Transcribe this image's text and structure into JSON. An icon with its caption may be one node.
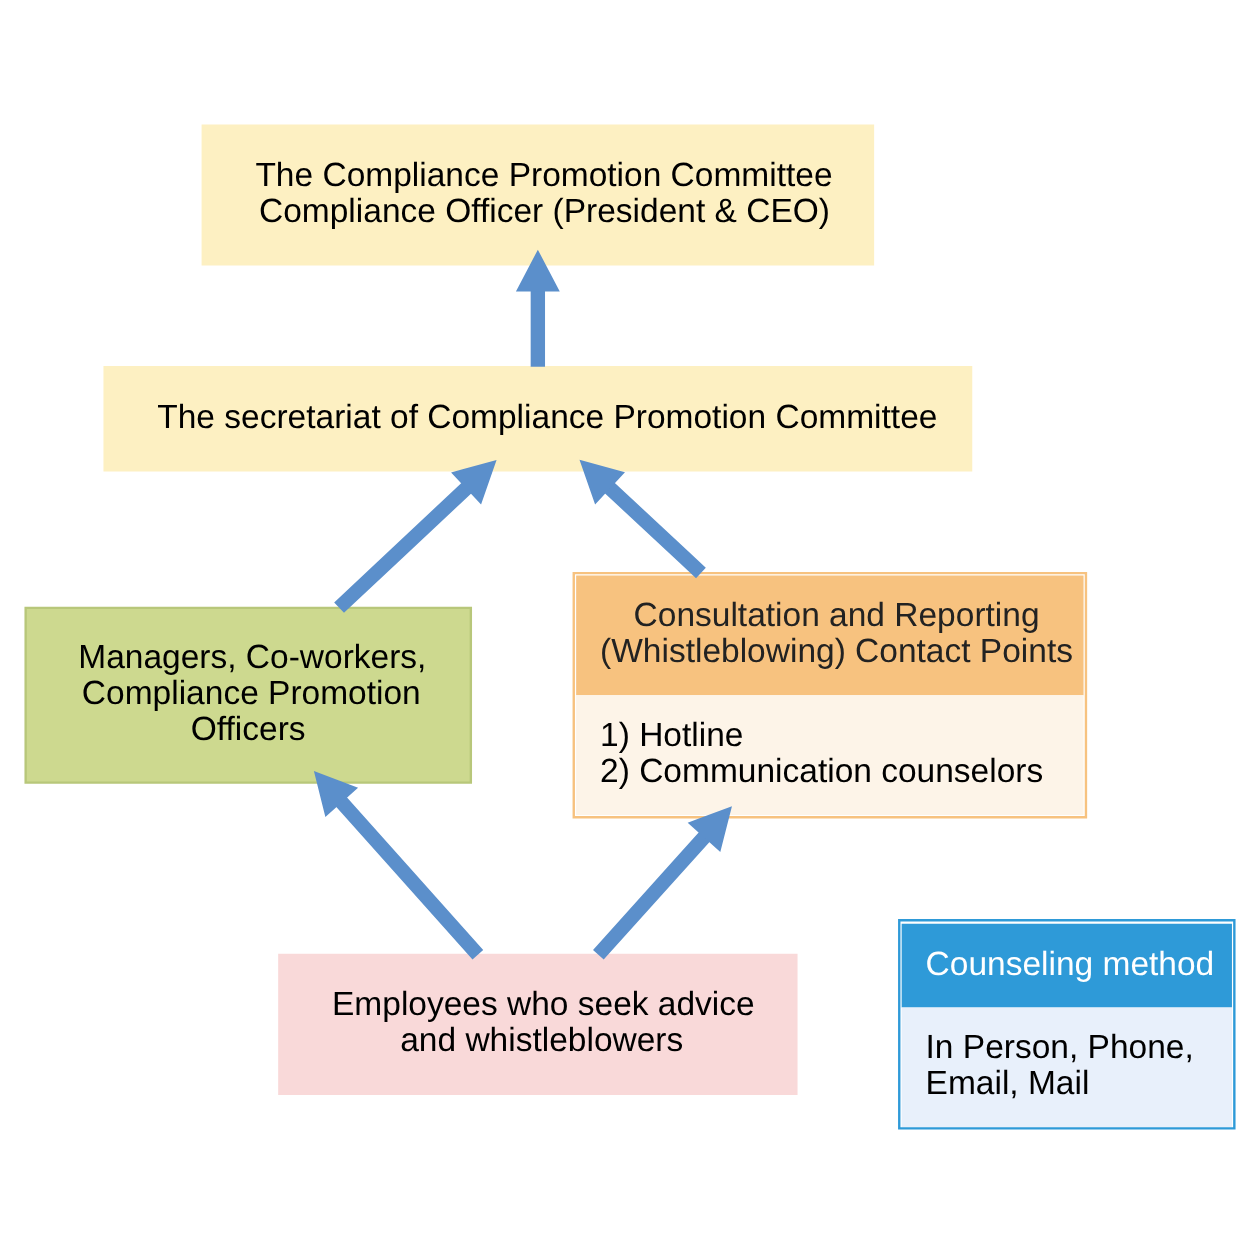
{
  "diagram": {
    "nodes": [
      {
        "text": [
          "The Compliance Promotion Committee Compliance Officer (President & CEO)"
        ]
      },
      {
        "text": [
          "The secretariat of Compliance Promotion Committee"
        ]
      },
      {
        "text": [
          "Managers, Co-workers, Compliance Promotion Officers"
        ]
      },
      {
        "text": [
          "Consultation and Reporting (Whistleblowing) Contact Points",
          "1) Hotline",
          "2) Communication counselors"
        ]
      },
      {
        "text": [
          "Employees who seek advice and whistleblowers"
        ]
      },
      {
        "text": [
          "Counseling method",
          "In Person, Phone, Email, Mail"
        ]
      }
    ],
    "edges": [
      {
        "from": 1,
        "to": 0,
        "arrow": "to"
      },
      {
        "from": 2,
        "to": 1,
        "arrow": "to"
      },
      {
        "from": 3,
        "to": 1,
        "arrow": "to"
      },
      {
        "from": 4,
        "to": 2,
        "arrow": "to"
      },
      {
        "from": 4,
        "to": 3,
        "arrow": "to"
      }
    ]
  }
}
